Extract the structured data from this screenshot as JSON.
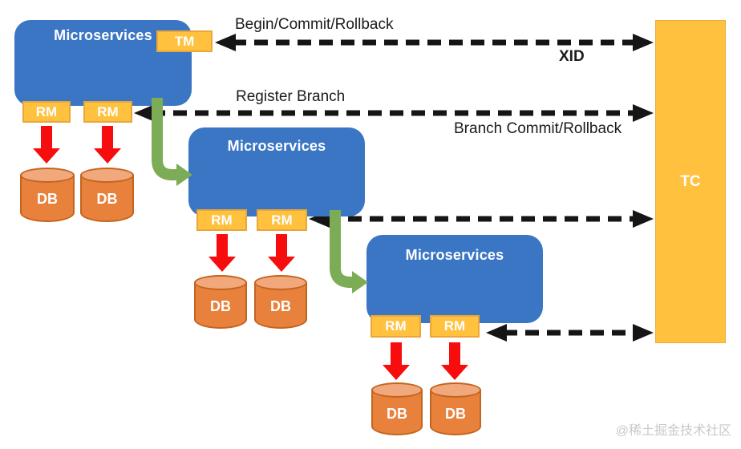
{
  "colors": {
    "service_box_blue": "#3B76C4",
    "badge_yellow": "#FFC13E",
    "tc_yellow": "#FFC13E",
    "db_body_orange": "#E8813C",
    "db_top_orange": "#F0A87C",
    "green_arrow": "#7CAC55",
    "red_arrow": "#F70D0D",
    "dashed_arrow_black": "#151515",
    "watermark_gray": "#C9C9C9"
  },
  "services": [
    {
      "label": "Microservices",
      "tm_label": "TM",
      "rm_labels": [
        "RM",
        "RM"
      ],
      "db_labels": [
        "DB",
        "DB"
      ]
    },
    {
      "label": "Microservices",
      "rm_labels": [
        "RM",
        "RM"
      ],
      "db_labels": [
        "DB",
        "DB"
      ]
    },
    {
      "label": "Microservices",
      "rm_labels": [
        "RM",
        "RM"
      ],
      "db_labels": [
        "DB",
        "DB"
      ]
    }
  ],
  "coordinator": {
    "label": "TC"
  },
  "flow_labels": {
    "begin_commit_rollback": "Begin/Commit/Rollback",
    "xid": "XID",
    "register_branch": "Register Branch",
    "branch_commit_rollback": "Branch Commit/Rollback"
  },
  "watermark": "@稀土掘金技术社区"
}
